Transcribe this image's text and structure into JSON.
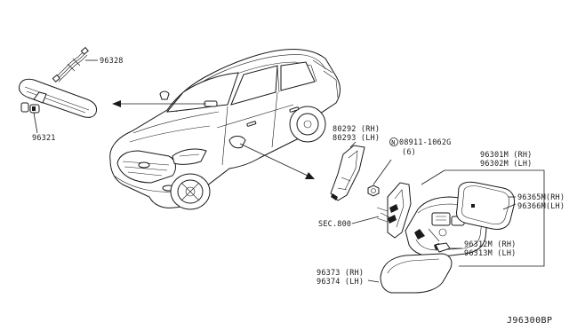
{
  "parts": {
    "p96328": "96328",
    "p96321": "96321",
    "p80292": "80292 (RH)",
    "p80293": "80293 (LH)",
    "nut_marker": "N",
    "nut_number": "08911-1062G",
    "nut_qty": "(6)",
    "p96301": "96301M (RH)",
    "p96302": "96302M (LH)",
    "p96365": "96365M(RH)",
    "p96366": "96366M(LH)",
    "sec": "SEC.800",
    "p96312": "96312M (RH)",
    "p96313": "96313M (LH)",
    "p96373": "96373 (RH)",
    "p96374": "96374 (LH)"
  },
  "diagram_code": "J96300BP"
}
